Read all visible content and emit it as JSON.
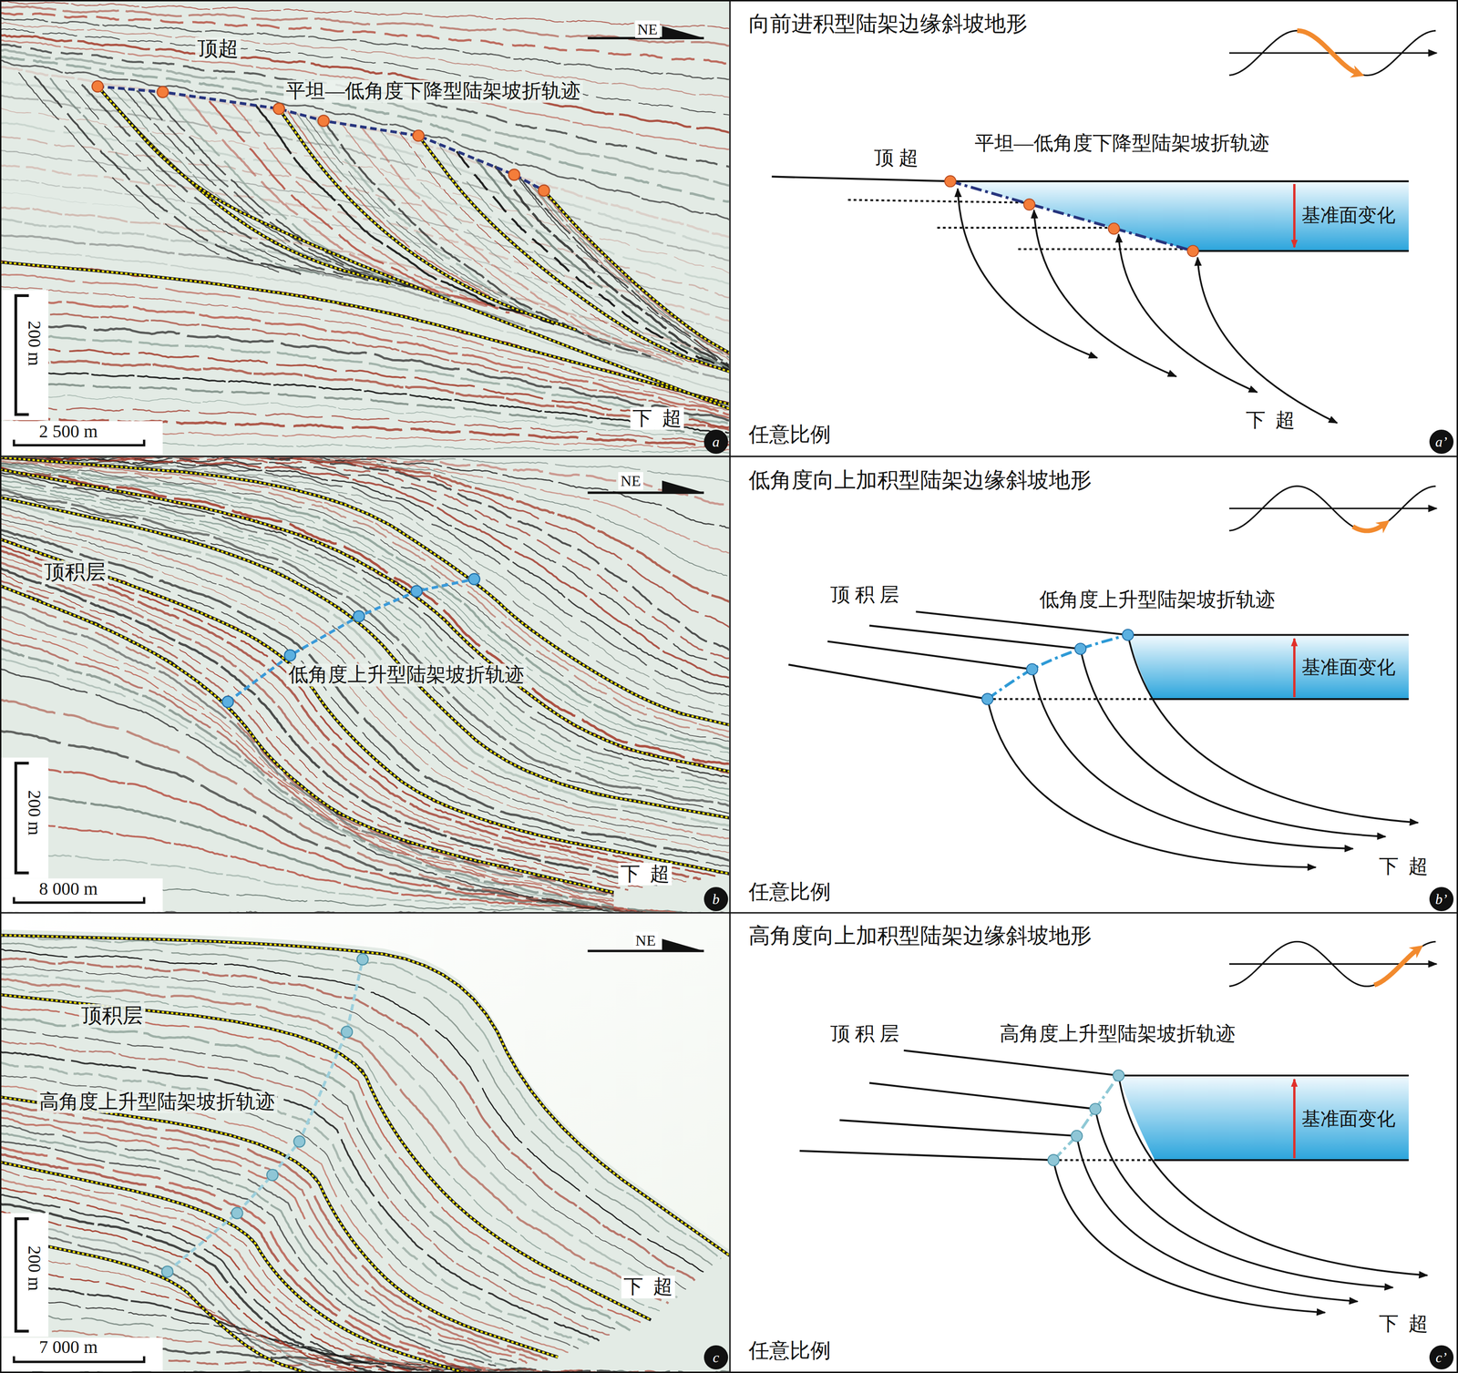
{
  "diagram": {
    "nodes": [
      {
        "text": [
          "a"
        ]
      },
      {
        "text": [
          "a’"
        ]
      },
      {
        "text": [
          "b"
        ]
      },
      {
        "text": [
          "b’"
        ]
      },
      {
        "text": [
          "c"
        ]
      },
      {
        "text": [
          "c’"
        ]
      }
    ],
    "labels": [
      "NE",
      "顶超",
      "平坦—低角度下降型陆架坡折轨迹",
      "200 m",
      "2 500 m",
      "下  超",
      "向前进积型陆架边缘斜坡地形",
      "顶 超",
      "平坦—低角度下降型陆架坡折轨迹",
      "基准面变化",
      "下  超",
      "任意比例",
      "NE",
      "顶积层",
      "低角度上升型陆架坡折轨迹",
      "200 m",
      "8 000 m",
      "下  超",
      "低角度向上加积型陆架边缘斜坡地形",
      "顶 积 层",
      "低角度上升型陆架坡折轨迹",
      "基准面变化",
      "下  超",
      "任意比例",
      "NE",
      "顶积层",
      "高角度上升型陆架坡折轨迹",
      "200 m",
      "7 000 m",
      "下  超",
      "高角度向上加积型陆架边缘斜坡地形",
      "顶 积 层",
      "高角度上升型陆架坡折轨迹",
      "基准面变化",
      "下  超",
      "任意比例"
    ]
  }
}
